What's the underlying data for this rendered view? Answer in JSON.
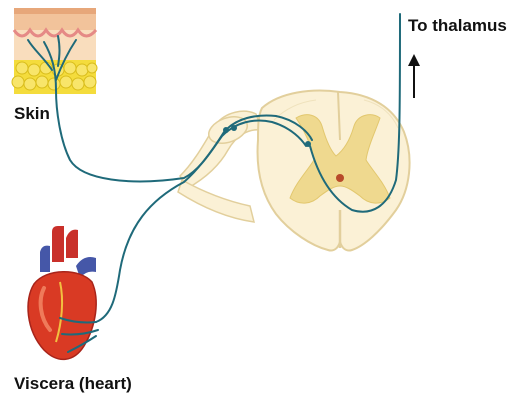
{
  "labels": {
    "skin": "Skin",
    "thalamus": "To thalamus",
    "viscera": "Viscera (heart)"
  },
  "colors": {
    "nerve": "#1f6a7a",
    "cord_outer": "#fbf1d6",
    "cord_edge": "#e2cf9c",
    "gray_matter": "#efd98f",
    "skin_epidermis": "#f2c39b",
    "skin_dermis": "#f9ddbd",
    "fat": "#f4dc3c",
    "heart_red": "#d93a24",
    "heart_blue": "#4557a8"
  },
  "icons": [
    "skin-tissue-icon",
    "heart-icon",
    "spinal-cord-icon",
    "up-arrow-icon"
  ]
}
